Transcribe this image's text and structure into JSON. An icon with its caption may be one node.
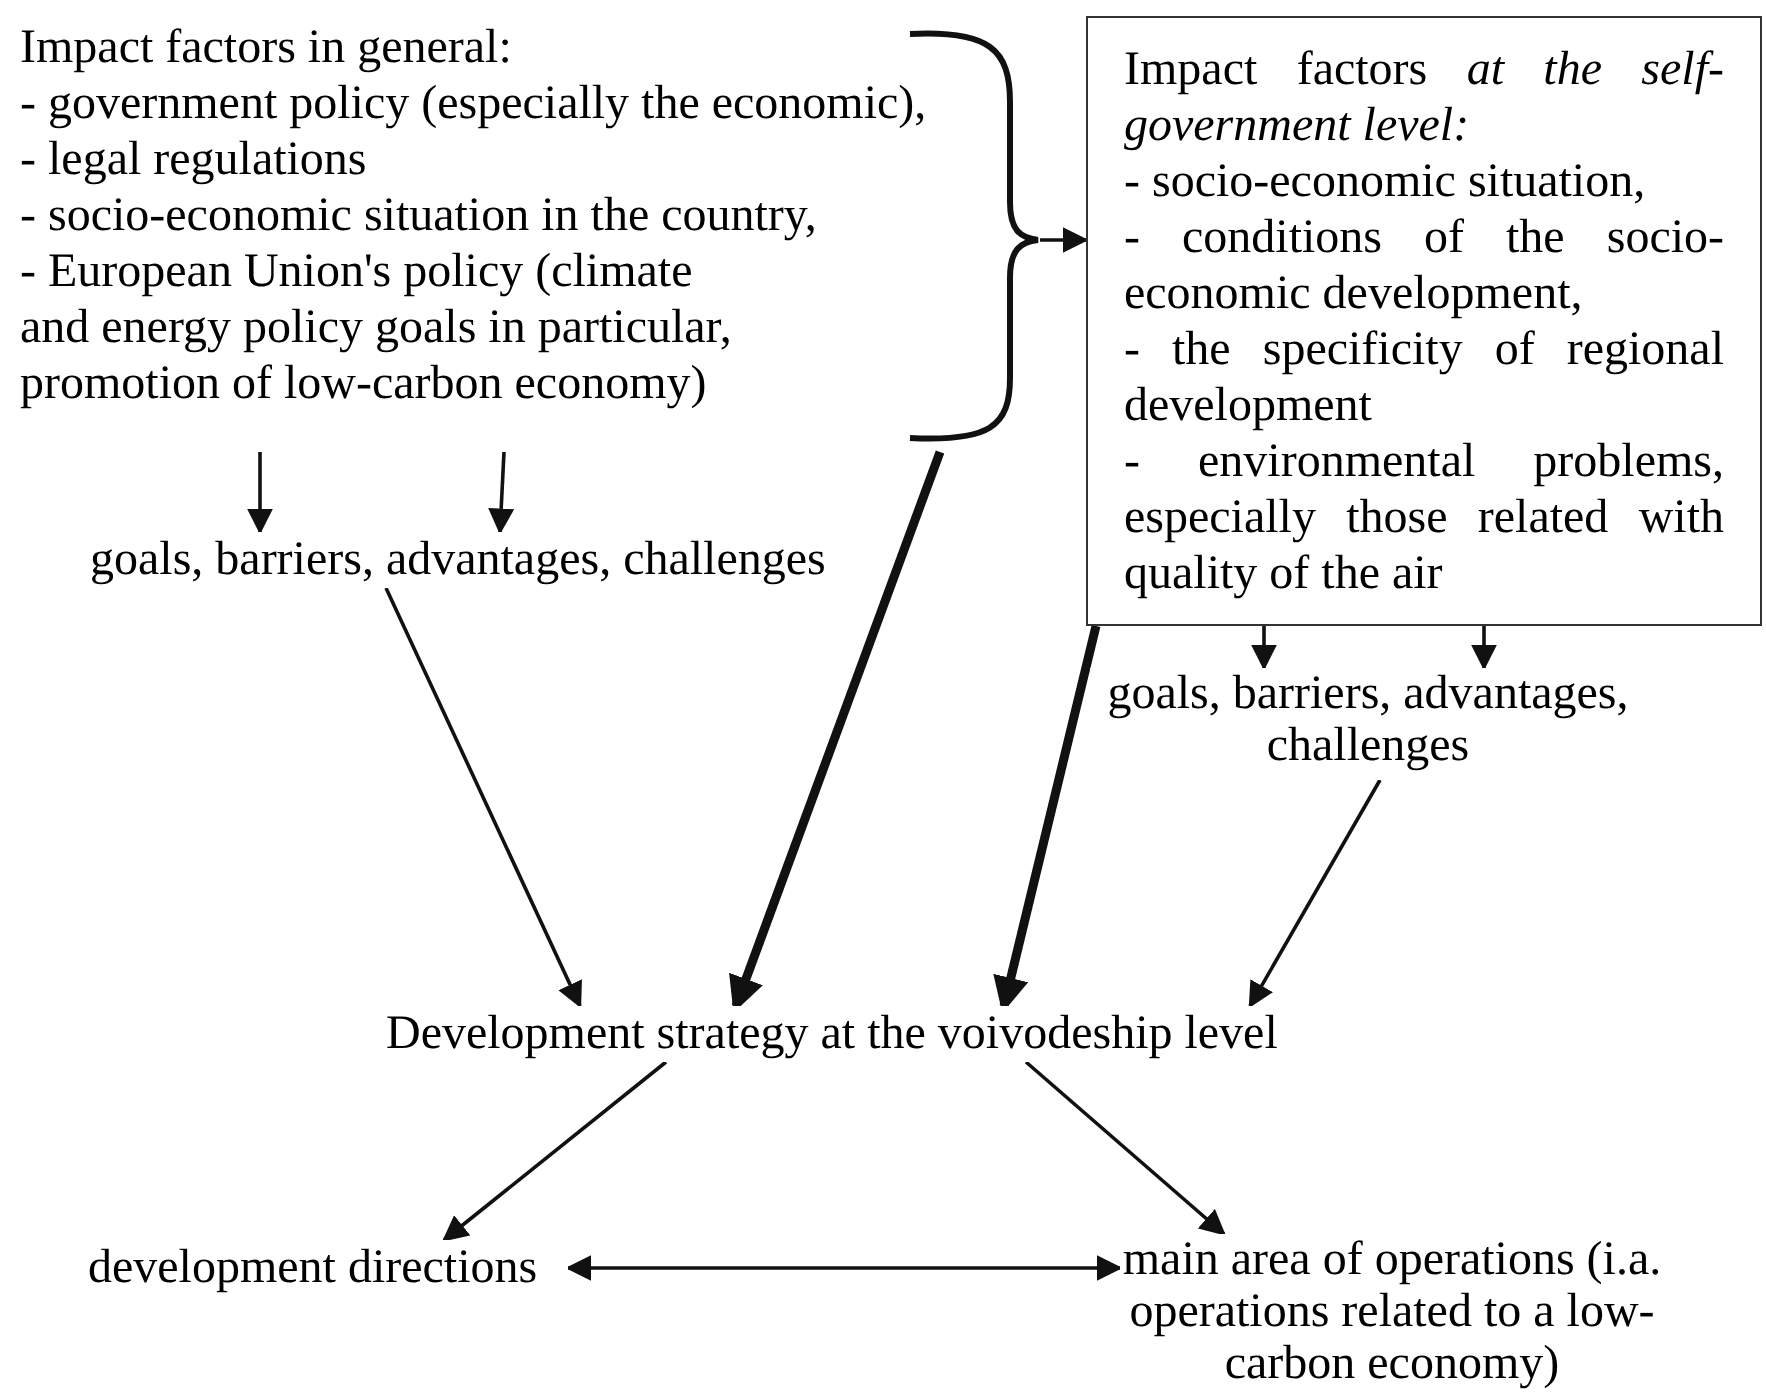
{
  "diagram": {
    "nodes": [
      {
        "text": [
          "Impact factors in general:",
          "- government policy (especially the economic),",
          "- legal regulations",
          "- socio-economic situation in the country,",
          "- European Union's policy (climate and energy policy goals in particular, promotion of low-carbon economy)"
        ]
      },
      {
        "text": [
          "Impact factors *at the self-government level:*",
          "- socio-economic situation,",
          "- conditions of the socio-economic development,",
          "- the specificity of regional development",
          "- environmental problems, especially those related with quality of the air"
        ]
      },
      {
        "text": [
          "goals, barriers, advantages, challenges"
        ]
      },
      {
        "text": [
          "goals, barriers, advantages, challenges"
        ]
      },
      {
        "text": [
          "Development strategy at the voivodeship level"
        ]
      },
      {
        "text": [
          "development directions"
        ]
      },
      {
        "text": [
          "main area of operations (i.a. operations related to a low-carbon economy)"
        ]
      }
    ],
    "edges": [
      {
        "from": 0,
        "to": 1,
        "arrow": "to"
      },
      {
        "from": 0,
        "to": 2,
        "arrow": "to"
      },
      {
        "from": 0,
        "to": 2,
        "arrow": "to"
      },
      {
        "from": 0,
        "to": 4,
        "arrow": "to",
        "style": "thick"
      },
      {
        "from": 2,
        "to": 4,
        "arrow": "to"
      },
      {
        "from": 1,
        "to": 3,
        "arrow": "to"
      },
      {
        "from": 1,
        "to": 3,
        "arrow": "to"
      },
      {
        "from": 1,
        "to": 4,
        "arrow": "to",
        "style": "thick"
      },
      {
        "from": 3,
        "to": 4,
        "arrow": "to"
      },
      {
        "from": 4,
        "to": 5,
        "arrow": "to"
      },
      {
        "from": 4,
        "to": 6,
        "arrow": "to"
      },
      {
        "from": 5,
        "to": 6,
        "arrow": "both"
      }
    ]
  }
}
